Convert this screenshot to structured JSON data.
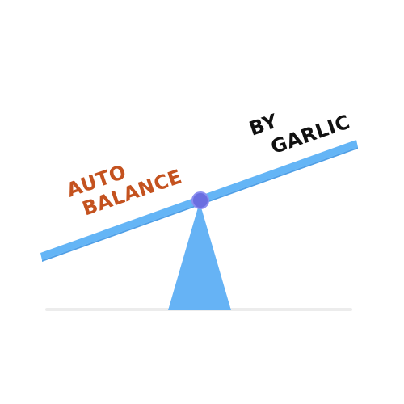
{
  "left_label": {
    "line1": "AUTO",
    "line2": "BALANCE"
  },
  "right_label": {
    "line1": "BY",
    "line2": "GARLIC"
  },
  "colors": {
    "left_label": "#c4521f",
    "right_label": "#111111",
    "beam": "#64b5f6",
    "beam_edge": "#4f9fe6",
    "fulcrum": "#66b3f5",
    "pivot": "#6a6ee0",
    "ground": "#ececec"
  },
  "icons": {
    "seesaw": "seesaw-icon",
    "pivot": "pivot-icon"
  }
}
